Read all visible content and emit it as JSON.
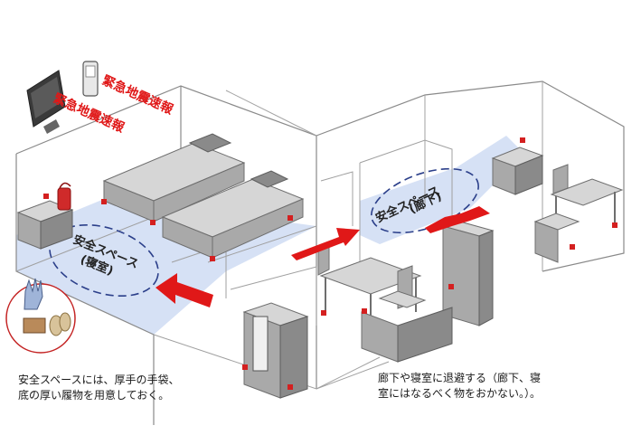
{
  "labels": {
    "eew_back": "緊急地震速報",
    "eew_front": "緊急地震速報",
    "space_bedroom_line1": "安全スペース",
    "space_bedroom_line2": "(寝室)",
    "space_hall_line1": "安全スペース",
    "space_hall_line2": "(廊下)"
  },
  "captions": {
    "left_line1": "安全スペースには、厚手の手袋、",
    "left_line2": "底の厚い履物を用意しておく。",
    "right_line1": "廊下や寝室に退避する（廊下、寝",
    "right_line2": "室にはなるべく物をおかない。）。"
  },
  "icons": {
    "tv": "tv-icon",
    "intercom": "intercom-icon",
    "gloves_and_slippers": "gloves-slippers-icon",
    "fire_extinguisher": "fire-extinguisher-icon",
    "evacuation_arrow": "arrow-icon"
  },
  "colors": {
    "accent_red": "#e01818",
    "safe_floor_blue": "#cfdcf3",
    "dashed_outline": "#2b3f8a",
    "furniture_gray": "#a9a9a9"
  }
}
